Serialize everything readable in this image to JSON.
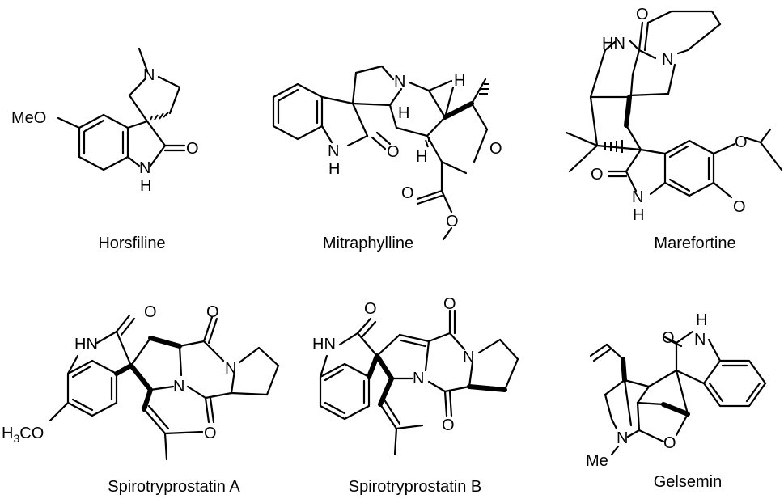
{
  "compounds": [
    {
      "name": "Horsfiline",
      "atoms": {
        "n": "N",
        "meo": "MeO",
        "o": "O",
        "nh_n": "N",
        "nh_h": "H"
      }
    },
    {
      "name": "Mitraphylline",
      "atoms": {
        "n": "N",
        "h1": "H",
        "h2": "H",
        "h3": "H",
        "o_ring": "O",
        "o_carbonyl": "O",
        "o_ester": "O",
        "o_ester2": "O",
        "nh_n": "N",
        "nh_h": "H"
      }
    },
    {
      "name": "Marefortine",
      "atoms": {
        "o_top": "O",
        "hn": "HN",
        "n": "N",
        "o_ether": "O",
        "o_left": "O",
        "o_oh": "O",
        "nh_n": "N",
        "nh_h": "H"
      }
    },
    {
      "name": "Spirotryprostatin A",
      "atoms": {
        "o1": "O",
        "hn": "HN",
        "o2": "O",
        "n1": "N",
        "n2": "N",
        "o3": "O",
        "h3co": "H3CO"
      }
    },
    {
      "name": "Spirotryprostatin B",
      "atoms": {
        "o1": "O",
        "hn": "HN",
        "o2": "O",
        "n1": "N",
        "n2": "N",
        "o3": "O"
      }
    },
    {
      "name": "Gelsemin",
      "atoms": {
        "o1": "O",
        "h": "H",
        "n_top": "N",
        "n": "N",
        "me": "Me",
        "o_ring": "O"
      }
    }
  ]
}
